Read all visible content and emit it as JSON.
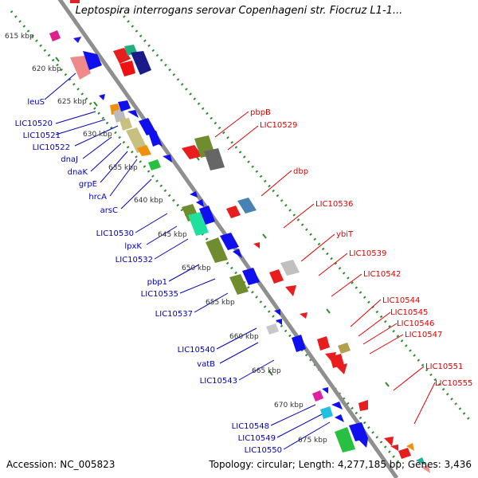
{
  "title": "Leptospira interrogans serovar Copenhageni str. Fiocruz L1-1...",
  "footer": {
    "accession": "Accession: NC_005823",
    "topology": "Topology: circular; Length: 4,277,185 bp; Genes: 3,436"
  },
  "kbp_ticks": [
    "615 kbp",
    "620 kbp",
    "625 kbp",
    "630 kbp",
    "635 kbp",
    "640 kbp",
    "645 kbp",
    "650 kbp",
    "655 kbp",
    "660 kbp",
    "665 kbp",
    "670 kbp",
    "675 kbp"
  ],
  "left_labels": [
    "leuS",
    "LIC10520",
    "LIC10521",
    "LIC10522",
    "dnaJ",
    "dnaK",
    "grpE",
    "hrcA",
    "arsC",
    "LIC10530",
    "lpxK",
    "LIC10532",
    "pbp1",
    "LIC10535",
    "LIC10537",
    "LIC10540",
    "vatB",
    "LIC10543",
    "LIC10548",
    "LIC10549",
    "LIC10550"
  ],
  "right_labels": [
    "pbpB",
    "LIC10529",
    "dbp",
    "LIC10536",
    "ybiT",
    "LIC10539",
    "LIC10542",
    "LIC10544",
    "LIC10545",
    "LIC10546",
    "LIC10547",
    "LIC10551",
    "LIC10555"
  ],
  "colors": {
    "backbone": "#9a9a9a",
    "dots": "#2e8b2e",
    "left_label": "#0000bb",
    "right_label": "#dd0000",
    "tick_text": "#333333"
  }
}
